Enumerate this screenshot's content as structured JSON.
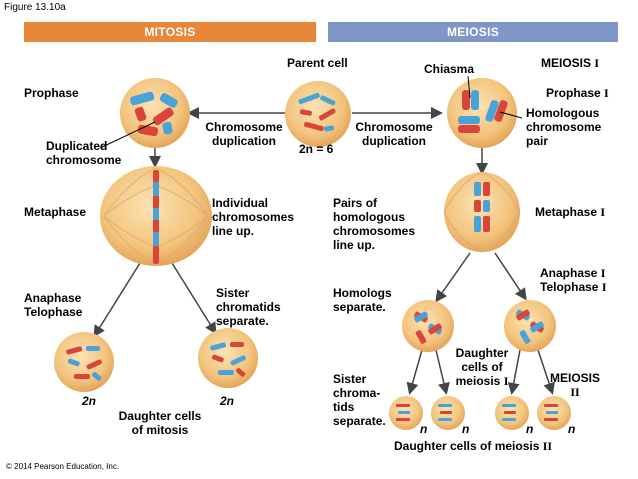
{
  "figure_label": "Figure 13.10a",
  "banners": {
    "mitosis": "MITOSIS",
    "meiosis": "MEIOSIS"
  },
  "colors": {
    "mitosis_banner": "#e8863a",
    "meiosis_banner": "#7f97c8",
    "cell": "#f3c47d",
    "chrom_red": "#d9453a",
    "chrom_blue": "#4aa3d8"
  },
  "left_stages": {
    "prophase": "Prophase",
    "metaphase": "Metaphase",
    "anaphase": "Anaphase",
    "telophase": "Telophase"
  },
  "right_stages": {
    "meiosis_i_word": "MEIOSIS",
    "meiosis_i_num": "I",
    "prophase_i_word": "Prophase",
    "prophase_i_num": "I",
    "metaphase_i_word": "Metaphase",
    "metaphase_i_num": "I",
    "anaphase_i_word": "Anaphase",
    "anaphase_i_num": "I",
    "telophase_i_word": "Telophase",
    "telophase_i_num": "I",
    "meiosis_ii_word": "MEIOSIS",
    "meiosis_ii_num": "II"
  },
  "labels": {
    "parent_cell": "Parent cell",
    "chiasma": "Chiasma",
    "duplicated_line1": "Duplicated",
    "duplicated_line2": "chromosome",
    "chrom_dup_left_1": "Chromosome",
    "chrom_dup_left_2": "duplication",
    "chrom_dup_right_1": "Chromosome",
    "chrom_dup_right_2": "duplication",
    "two_n_six": "2n = 6",
    "homologous_1": "Homologous",
    "homologous_2": "chromosome",
    "homologous_3": "pair",
    "individual_1": "Individual",
    "individual_2": "chromosomes",
    "individual_3": "line up.",
    "pairs_1": "Pairs of",
    "pairs_2": "homologous",
    "pairs_3": "chromosomes",
    "pairs_4": "line up.",
    "sister_1": "Sister",
    "sister_2": "chromatids",
    "sister_3": "separate.",
    "homologs_1": "Homologs",
    "homologs_2": "separate.",
    "daughter_i_1": "Daughter",
    "daughter_i_2": "cells of",
    "daughter_i_3_word": "meiosis",
    "daughter_i_3_num": "I",
    "sister2_1": "Sister",
    "sister2_2": "chroma-",
    "sister2_3": "tids",
    "sister2_4": "separate.",
    "two_n_left": "2n",
    "two_n_right": "2n",
    "daughter_mitosis_1": "Daughter cells",
    "daughter_mitosis_2": "of mitosis",
    "daughter_meiosis_ii_word": "Daughter cells of meiosis",
    "daughter_meiosis_ii_num": "II",
    "n1": "n",
    "n2": "n",
    "n3": "n",
    "n4": "n"
  },
  "copyright": "© 2014 Pearson Education, Inc."
}
